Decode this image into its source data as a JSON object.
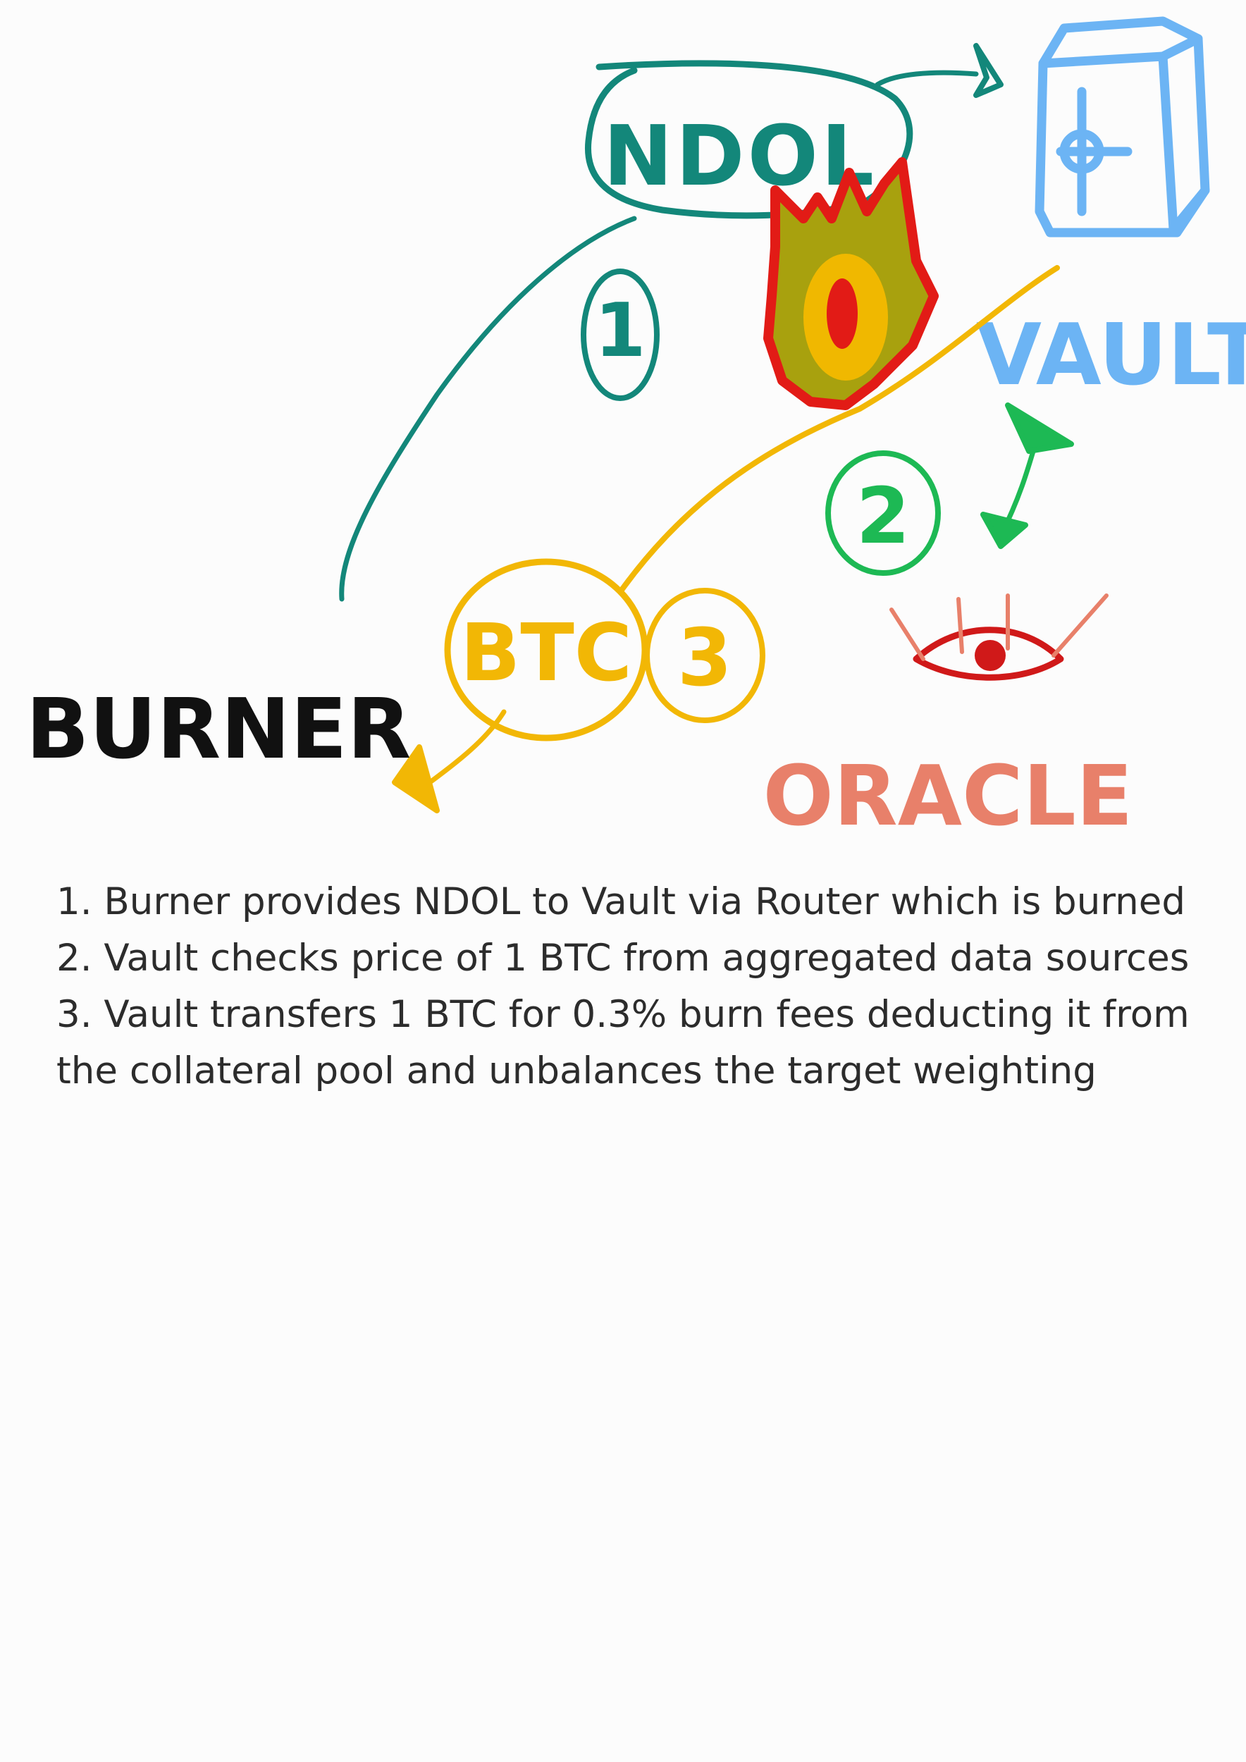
{
  "colors": {
    "ndol": "#13877a",
    "vault": "#6cb4f4",
    "btc": "#f2b705",
    "step2": "#1db954",
    "oracle": "#e8806a",
    "oracle_eye": "#d01919",
    "fire_outer": "#e21b16",
    "fire_inner": "#a8a10e",
    "fire_core": "#f0b800",
    "burner": "#111111",
    "text": "#2c2c2c",
    "background": "#fcfcfc"
  },
  "diagram": {
    "ndol_label": "NDOL",
    "vault_label": "VAULT",
    "btc_label": "BTC",
    "burner_label": "BURNER",
    "oracle_label": "ORACLE",
    "step1_label": "1",
    "step2_label": "2",
    "step3_label": "3",
    "icons": [
      "vault-safe-icon",
      "fire-icon",
      "oracle-eye-icon"
    ]
  },
  "steps": [
    "1. Burner provides NDOL to Vault via Router which is burned",
    "2. Vault checks price of 1 BTC from aggregated data sources",
    "3. Vault transfers 1 BTC for 0.3% burn fees deducting it from the collateral pool and unbalances the target weighting"
  ]
}
